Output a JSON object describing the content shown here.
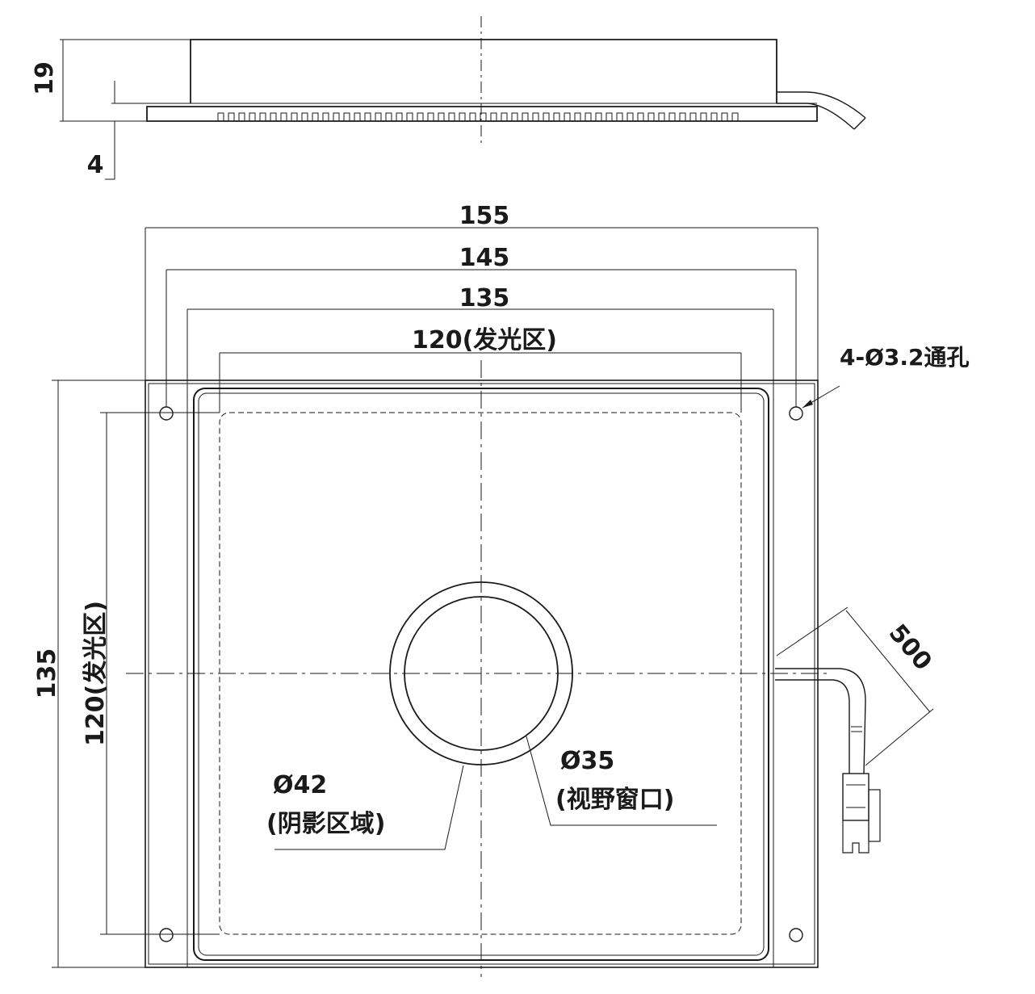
{
  "side_view": {
    "height_total": "19",
    "flange_thickness": "4"
  },
  "top_view": {
    "width_outer": "155",
    "width_holes": "145",
    "width_body": "135",
    "width_emitting": "120(发光区)",
    "height_outer": "135",
    "height_emitting": "120(发光区)",
    "holes_note": "4-Ø3.2通孔",
    "cable_length": "500",
    "inner_circle": {
      "diameter": "Ø35",
      "label": "(视野窗口)"
    },
    "outer_circle": {
      "diameter": "Ø42",
      "label": "(阴影区域)"
    }
  },
  "colors": {
    "line": "#1a1a1a",
    "background": "#ffffff"
  }
}
